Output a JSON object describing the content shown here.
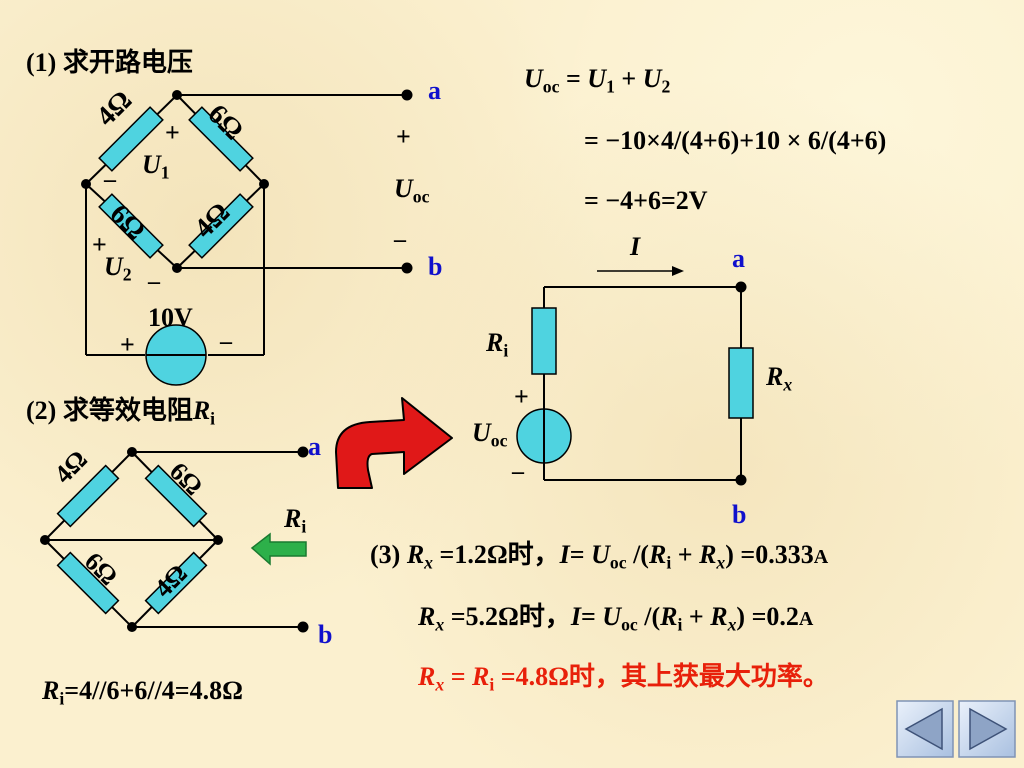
{
  "part1": {
    "heading": "(1) 求开路电压",
    "r_top_left": "4Ω",
    "r_top_right": "6Ω",
    "r_bottom_left": "6Ω",
    "r_bottom_right": "4Ω",
    "plus": "+",
    "minus": "–",
    "u1": "U",
    "u1_sub": "1",
    "u2": "U",
    "u2_sub": "2",
    "source": "10V",
    "node_a": "a",
    "node_b": "b",
    "uoc": "U",
    "uoc_sub": "oc"
  },
  "equations": {
    "line1_u": "U",
    "line1_sub": "oc",
    "line1_rest1": " = ",
    "line1_u1": "U",
    "line1_u1_sub": "1",
    "line1_plus": " + ",
    "line1_u2": "U",
    "line1_u2_sub": "2",
    "line2": "= −10×4/(4+6)+10 × 6/(4+6)",
    "line3": "= −4+6=2V"
  },
  "part2": {
    "heading": "(2) 求等效电阻",
    "heading_r": "R",
    "heading_sub": "i",
    "r_top_left": "4Ω",
    "r_top_right": "6Ω",
    "r_bottom_left": "6Ω",
    "r_bottom_right": "4Ω",
    "node_a": "a",
    "node_b": "b",
    "ri": "R",
    "ri_sub": "i",
    "result_r": "R",
    "result_sub": "i",
    "result_rest": "=4//6+6//4=4.8Ω"
  },
  "equiv": {
    "current": "I",
    "node_a": "a",
    "node_b": "b",
    "ri": "R",
    "ri_sub": "i",
    "rx": "R",
    "rx_sub": "x",
    "plus": "+",
    "minus": "–",
    "uoc": "U",
    "uoc_sub": "oc"
  },
  "part3": {
    "line1_prefix": "(3) ",
    "line1_rx": "R",
    "line1_rx_sub": "x",
    "line1_val": " =1.2Ω时，",
    "line1_i": "I",
    "line1_eq": "= ",
    "line1_u": "U",
    "line1_u_sub": "oc",
    "line1_div": " /(",
    "line1_r": "R",
    "line1_r_sub": "i",
    "line1_plus": " + ",
    "line1_rx2": "R",
    "line1_rx2_sub": "x",
    "line1_result": ") =0.333",
    "line1_unit": "A",
    "line2_rx": "R",
    "line2_rx_sub": "x",
    "line2_val": " =5.2Ω时，",
    "line2_i": "I",
    "line2_eq": "= ",
    "line2_u": "U",
    "line2_u_sub": "oc",
    "line2_div": " /(",
    "line2_r": "R",
    "line2_r_sub": "i",
    "line2_plus": " + ",
    "line2_rx2": "R",
    "line2_rx2_sub": "x",
    "line2_result": ") =0.2",
    "line2_unit": "A",
    "line3_rx": "R",
    "line3_rx_sub": "x",
    "line3_eq": " = ",
    "line3_r": "R",
    "line3_r_sub": "i",
    "line3_rest": " =4.8Ω时，其上获最大功率。"
  },
  "colors": {
    "resistor_fill": "#4fd3e0",
    "node_letter": "#1010cc",
    "highlight": "#e8200a",
    "arrow_red": "#e01818",
    "arrow_green": "#2db04a"
  },
  "nav": {
    "prev_icon": "triangle-left-icon",
    "next_icon": "triangle-right-icon"
  }
}
